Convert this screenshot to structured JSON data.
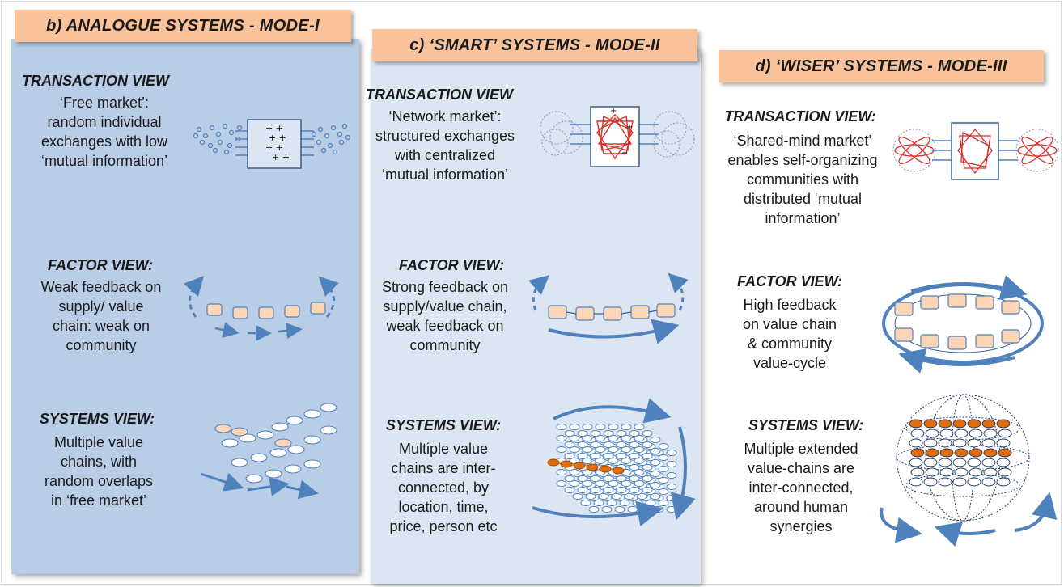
{
  "headers": {
    "b": "b) ANALOGUE SYSTEMS - MODE-I",
    "c": "c) ‘SMART’ SYSTEMS - MODE-II",
    "d": "d) ‘WISER’ SYSTEMS - MODE-III"
  },
  "columns": {
    "b": {
      "transaction_label": "TRANSACTION VIEW",
      "transaction_text": "‘Free market’:\nrandom individual\nexchanges with low\n‘mutual information’",
      "factor_label": "FACTOR VIEW:",
      "factor_text": "Weak feedback on\nsupply/ value\nchain: weak on\ncommunity",
      "systems_label": "SYSTEMS VIEW:",
      "systems_text": "Multiple value\nchains, with\nrandom overlaps\nin ‘free market’"
    },
    "c": {
      "transaction_label": "TRANSACTION  VIEW",
      "transaction_text": "‘Network market’:\nstructured exchanges\nwith centralized\n‘mutual information’",
      "factor_label": "FACTOR VIEW:",
      "factor_text": "Strong feedback on\nsupply/value chain,\nweak feedback on\ncommunity",
      "systems_label": "SYSTEMS VIEW:",
      "systems_text": "Multiple value\nchains are inter-\nconnected, by\nlocation, time,\nprice, person etc"
    },
    "d": {
      "transaction_label": "TRANSACTION VIEW:",
      "transaction_text": "‘Shared-mind market’\nenables self-organizing\ncommunities with\ndistributed ‘mutual\ninformation’",
      "factor_label": "FACTOR VIEW:",
      "factor_text": "High feedback\non value chain\n& community\nvalue-cycle",
      "systems_label": "SYSTEMS VIEW:",
      "systems_text": "Multiple extended\nvalue-chains are\ninter-connected,\naround human\nsynergies"
    }
  },
  "colors": {
    "panel_b": "#b9cee6",
    "panel_c": "#dce6f2",
    "header": "#f9c29a",
    "arrow": "#4f81bd",
    "node": "#fbd5b5",
    "network": "#d9302a",
    "highlight": "#e36c09"
  },
  "icons": [
    "transaction-free-market-icon",
    "transaction-network-market-icon",
    "transaction-shared-mind-icon",
    "weak-feedback-chain-icon",
    "strong-feedback-chain-icon",
    "high-feedback-cycle-icon",
    "random-chains-icon",
    "interconnected-grid-icon",
    "sphere-grid-icon"
  ]
}
